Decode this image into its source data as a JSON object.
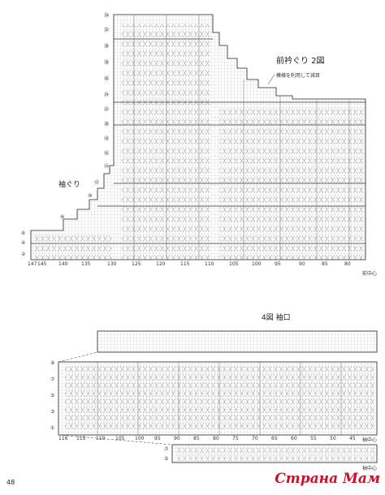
{
  "chart1": {
    "title": "前衿ぐり 2図",
    "note": "模様を利用して減目",
    "armhole": "袖ぐり",
    "center": "前中心",
    "row_labels": [
      "㉞",
      "㉜",
      "㉚",
      "㉘",
      "㉖",
      "㉔",
      "㉒",
      "⑳",
      "⑱",
      "⑯",
      "⑭",
      "⑫",
      "⑩",
      "⑧",
      "⑥",
      "④",
      "②"
    ],
    "col_labels": [
      "147",
      "145",
      "140",
      "135",
      "130",
      "125",
      "120",
      "115",
      "110",
      "105",
      "100",
      "95",
      "90",
      "85",
      "80"
    ]
  },
  "chart2": {
    "title": "4図 袖口",
    "center": "袖中心",
    "row_labels": [
      "⑨",
      "⑦",
      "⑤",
      "③",
      "①"
    ],
    "col_labels": [
      "116",
      "115",
      "110",
      "105",
      "100",
      "95",
      "90",
      "85",
      "80",
      "75",
      "70",
      "65",
      "60",
      "55",
      "50",
      "45"
    ]
  },
  "chart3": {
    "row_labels": [
      "⑦",
      "⑤"
    ],
    "center": "袖中心"
  },
  "page_number": "48",
  "watermark": "Страна Мам",
  "colors": {
    "ink": "#222222",
    "grid": "#9a9a9a",
    "watermark": "#c8102e"
  }
}
